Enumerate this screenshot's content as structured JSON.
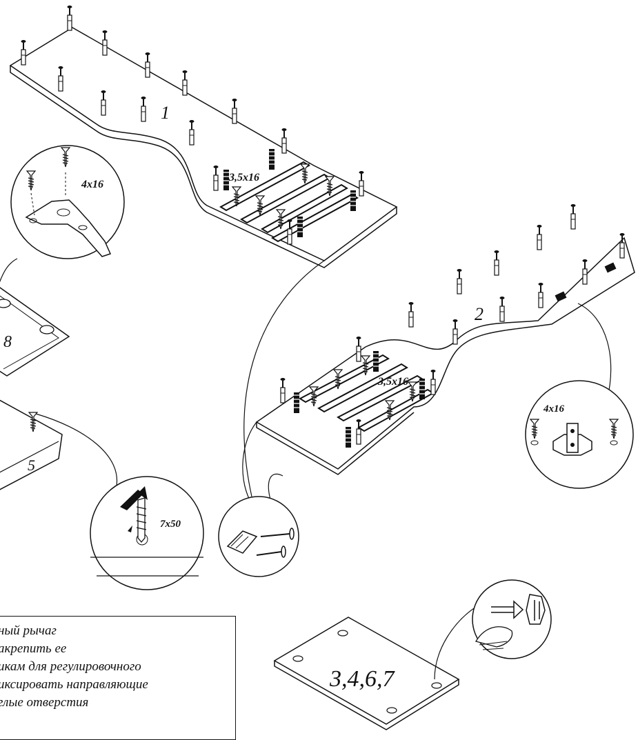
{
  "labels": {
    "panel_1": "1",
    "panel_2": "2",
    "panel_8": "8",
    "panel_5": "5",
    "panel_3467": "3,4,6,7",
    "screw_1": "3,5x16",
    "screw_2": "3,5x16",
    "hinge_screw": "4x16",
    "plate_screw": "4x16",
    "confirmat": "7x50"
  },
  "instructions": [
    "ный рычаг",
    "акрепить ее",
    "икам для регулировочного",
    "иксировать направляющие",
    "глые отверстия"
  ]
}
